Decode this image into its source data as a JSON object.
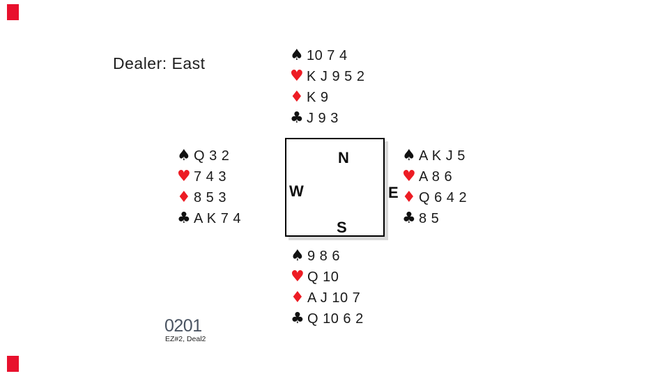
{
  "slide": {
    "dealer_label": "Dealer: East",
    "deal_number": "0201",
    "deal_subtitle": "EZ#2, Deal2"
  },
  "compass": {
    "north": "N",
    "east": "E",
    "south": "S",
    "west": "W"
  },
  "suit_symbols": {
    "spade": "♠",
    "heart": "♥",
    "diamond": "♦",
    "club": "♣"
  },
  "hands": {
    "north": {
      "spades": "10 7 4",
      "hearts": "K J 9 5 2",
      "diamonds": "K 9",
      "clubs": "J 9 3"
    },
    "west": {
      "spades": "Q 3 2",
      "hearts": "7 4 3",
      "diamonds": "8 5 3",
      "clubs": "A K 7 4"
    },
    "east": {
      "spades": "A K J 5",
      "hearts": "A 8 6",
      "diamonds": "Q 6 4 2",
      "clubs": "8 5"
    },
    "south": {
      "spades": "9 8 6",
      "hearts": "Q 10",
      "diamonds": "A J 10 7",
      "clubs": "Q 10 6 2"
    }
  },
  "colors": {
    "red_suit": "#ed1c24",
    "black_suit": "#111111",
    "deal_number_text": "#4a5462",
    "box_shadow": "#d9d9d9",
    "corner_accent": "#e8112d"
  }
}
